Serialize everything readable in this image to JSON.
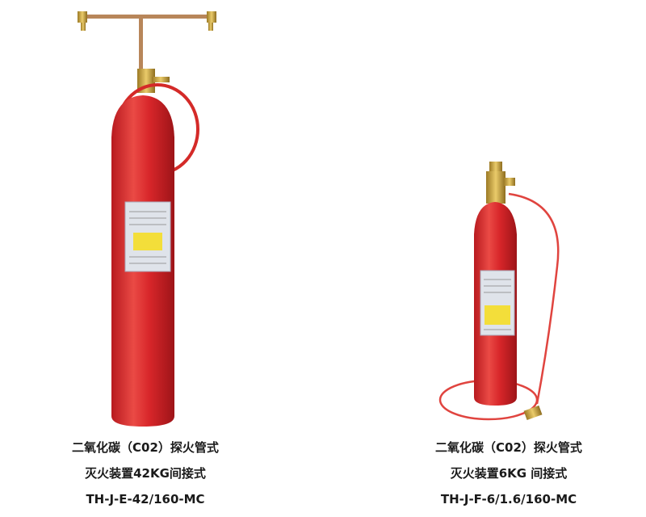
{
  "products": [
    {
      "name": "left-extinguisher",
      "line1": "二氧化碳（C02）探火管式",
      "line2": "灭火装置42KG间接式",
      "model": "TH-J-E-42/160-MC"
    },
    {
      "name": "right-extinguisher",
      "line1": "二氧化碳（C02）探火管式",
      "line2": "灭火装置6KG 间接式",
      "model": "TH-J-F-6/1.6/160-MC"
    }
  ],
  "colors": {
    "cylinder": "#d8262a",
    "brass": "#c9a13b",
    "label": "#dfe3ea"
  }
}
